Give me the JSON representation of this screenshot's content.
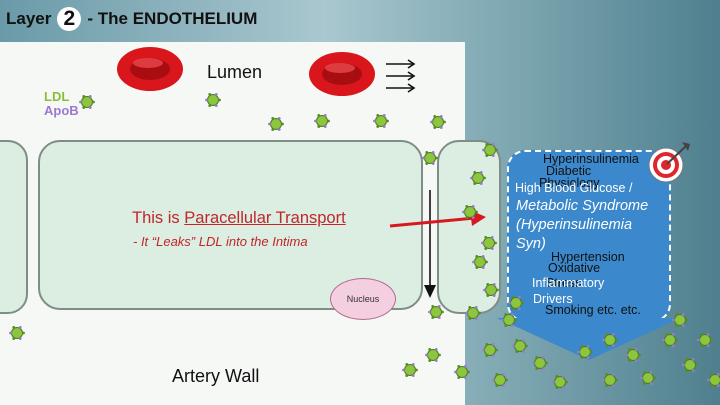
{
  "header": {
    "title_prefix": "Layer",
    "layer_number": "2",
    "title_suffix": "- The ENDOTHELIUM"
  },
  "diagram": {
    "lumen_label": "Lumen",
    "ldl_label_line1": "LDL",
    "ldl_label_line2": "ApoB",
    "paracellular_prefix": "This is ",
    "paracellular_link": "Paracellular Transport",
    "leaks_text": "- It “Leaks” LDL into the Intima",
    "nucleus_label": "Nucleus",
    "artery_wall_label": "Artery Wall"
  },
  "risk_factors": {
    "items": [
      "Hyperinsulinemia",
      "Diabetic",
      "Physiology",
      "High Blood Glucose /",
      "Metabolic Syndrome",
      "(Hyperinsulinemia",
      "Syn)",
      "Hypertension",
      "Oxidative",
      "Stress",
      "Inflammatory",
      "Drivers",
      "Smoking etc. etc."
    ]
  },
  "colors": {
    "rbc": "#d8161c",
    "ldl_particle": "#8cc63f",
    "arrow_red": "#d7191f",
    "panel_blue": "#3b88cc",
    "cell_fill": "#dbeee1"
  },
  "icons": [
    "target-icon",
    "red-blood-cell-icon",
    "ldl-particle-icon",
    "flow-arrows-icon"
  ]
}
